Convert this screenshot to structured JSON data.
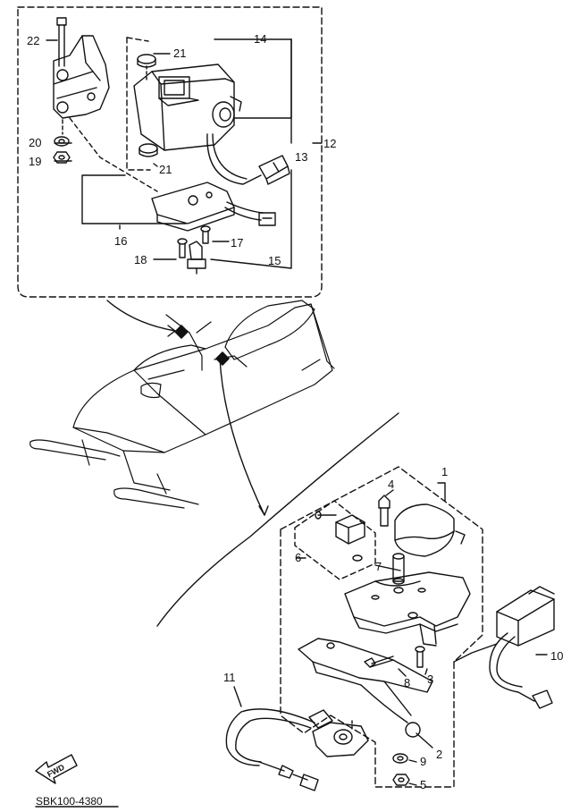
{
  "diagram": {
    "callouts": {
      "c1": "1",
      "c2": "2",
      "c3": "3",
      "c4": "4",
      "c5": "5",
      "c6": "6",
      "c7": "7",
      "c8": "8",
      "c9": "9",
      "c10": "10",
      "c11": "11",
      "c12": "12",
      "c13": "13",
      "c14": "14",
      "c15": "15",
      "c16": "16",
      "c17": "17",
      "c18": "18",
      "c19": "19",
      "c20": "20",
      "c21a": "21",
      "c21b": "21",
      "c22": "22"
    },
    "fwd_label": "FWD",
    "code": "SBK100-4380"
  }
}
